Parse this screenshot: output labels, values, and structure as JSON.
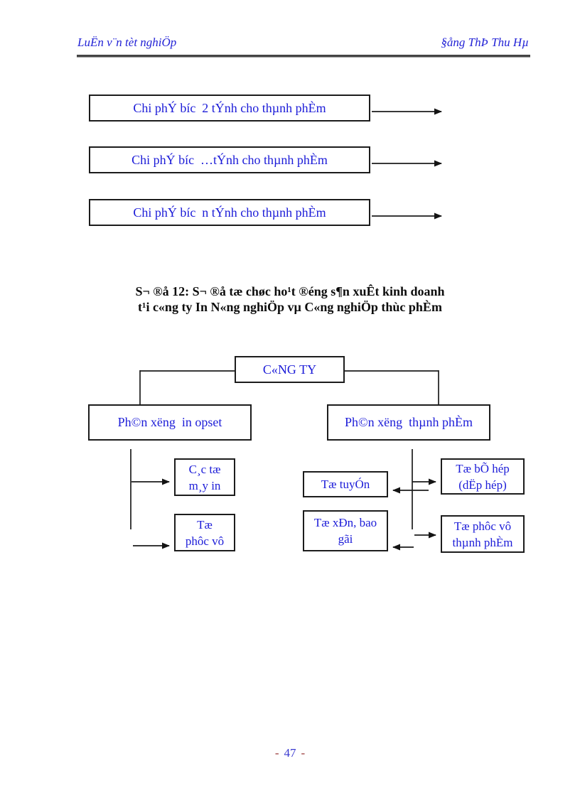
{
  "header": {
    "left": "LuËn v¨n tèt nghiÖp",
    "right": "§ång ThÞ Thu Hµ"
  },
  "flow_boxes": [
    {
      "label": "Chi phÝ bíc  2 tÝnh cho thµnh phÈm"
    },
    {
      "label": "Chi phÝ bíc  …tÝnh cho thµnh phÈm"
    },
    {
      "label": "Chi phÝ bíc  n tÝnh cho thµnh phÈm"
    }
  ],
  "diagram_title": {
    "line1": "S¬ ®å 12: S¬ ®å tæ chøc ho¹t ®éng s¶n xuÊt kinh doanh",
    "line2": "t¹i c«ng ty In N«ng nghiÖp vµ C«ng nghiÖp thùc phÈm"
  },
  "org_chart": {
    "company": "C«NG TY",
    "workshop_left": "Ph©n xëng  in opset",
    "workshop_right": "Ph©n xëng  thµnh phÈm",
    "cac_to_may_in": {
      "line1": "C¸c tæ",
      "line2": "m¸y in"
    },
    "to_phuc_vu": {
      "line1": "Tæ",
      "line2": "phôc vô"
    },
    "to_tuyen": "Tæ tuyÓn",
    "to_xen_bao_goi": {
      "line1": "Tæ xÐn, bao",
      "line2": "gãi"
    },
    "to_be_hop": {
      "line1": "Tæ bÕ hép",
      "line2": "(dËp hép)"
    },
    "to_phuc_vu_thanh_pham": {
      "line1": "Tæ phôc vô",
      "line2": "thµnh phÈm"
    }
  },
  "footer": {
    "dash": "-",
    "page_number": "47"
  },
  "colors": {
    "text_blue": "#1c1cd8",
    "line_black": "#1c1c1c",
    "title_black": "#0c0c0c",
    "footer_dash_red": "#9a3b3b",
    "footer_number_blue": "#3a3ad0"
  }
}
